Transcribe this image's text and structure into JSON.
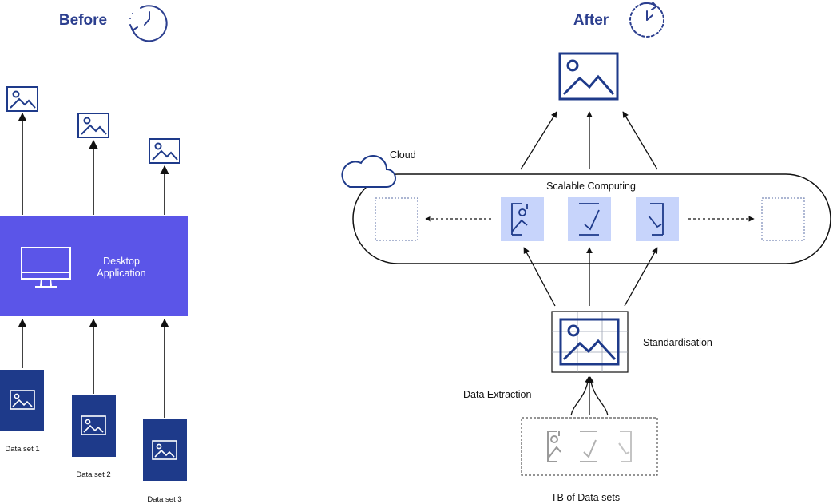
{
  "before": {
    "heading": "Before",
    "app_label_line1": "Desktop",
    "app_label_line2": "Application",
    "datasets": [
      "Data set 1",
      "Data set 2",
      "Data set 3"
    ]
  },
  "after": {
    "heading": "After",
    "cloud_label": "Cloud",
    "scalable_label": "Scalable Computing",
    "standardisation_label": "Standardisation",
    "extraction_label": "Data Extraction",
    "tb_label": "TB of Data sets"
  },
  "colors": {
    "navy": "#1e3a8a",
    "heading": "#2c3f8f",
    "app_purple": "#5b55e8",
    "tile_fill": "#c7d4fb",
    "dark_text": "#111111",
    "dashed_gray": "#7a7a7a",
    "faded_icon": "#9a9a9a"
  },
  "icons": [
    "clock-icon",
    "image-icon",
    "monitor-icon",
    "cloud-icon"
  ]
}
